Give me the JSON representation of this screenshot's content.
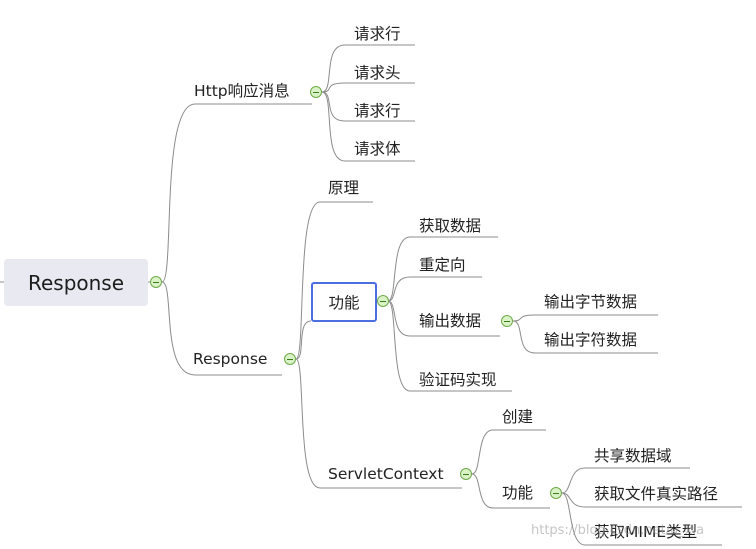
{
  "root": {
    "label": "Response"
  },
  "branches": {
    "http": {
      "label": "Http响应消息",
      "children": [
        "请求行",
        "请求头",
        "请求行",
        "请求体"
      ]
    },
    "response": {
      "label": "Response",
      "principle": "原理",
      "function": {
        "label": "功能",
        "get_data": "获取数据",
        "redirect": "重定向",
        "output": {
          "label": "输出数据",
          "children": [
            "输出字节数据",
            "输出字符数据"
          ]
        },
        "captcha": "验证码实现"
      },
      "servlet_context": {
        "label": "ServletContext",
        "create": "创建",
        "function": {
          "label": "功能",
          "children": [
            "共享数据域",
            "获取文件真实路径",
            "获取MIME类型"
          ]
        }
      }
    }
  },
  "watermark": "https://blog.csdn.net/u_xia",
  "colors": {
    "selection": "#4b6fe0",
    "toggle_fill": "#d9f3c6",
    "toggle_border": "#6fa84a",
    "root_bg": "#e8e9f1"
  },
  "icons": {
    "toggle": "collapse-minus-icon"
  }
}
